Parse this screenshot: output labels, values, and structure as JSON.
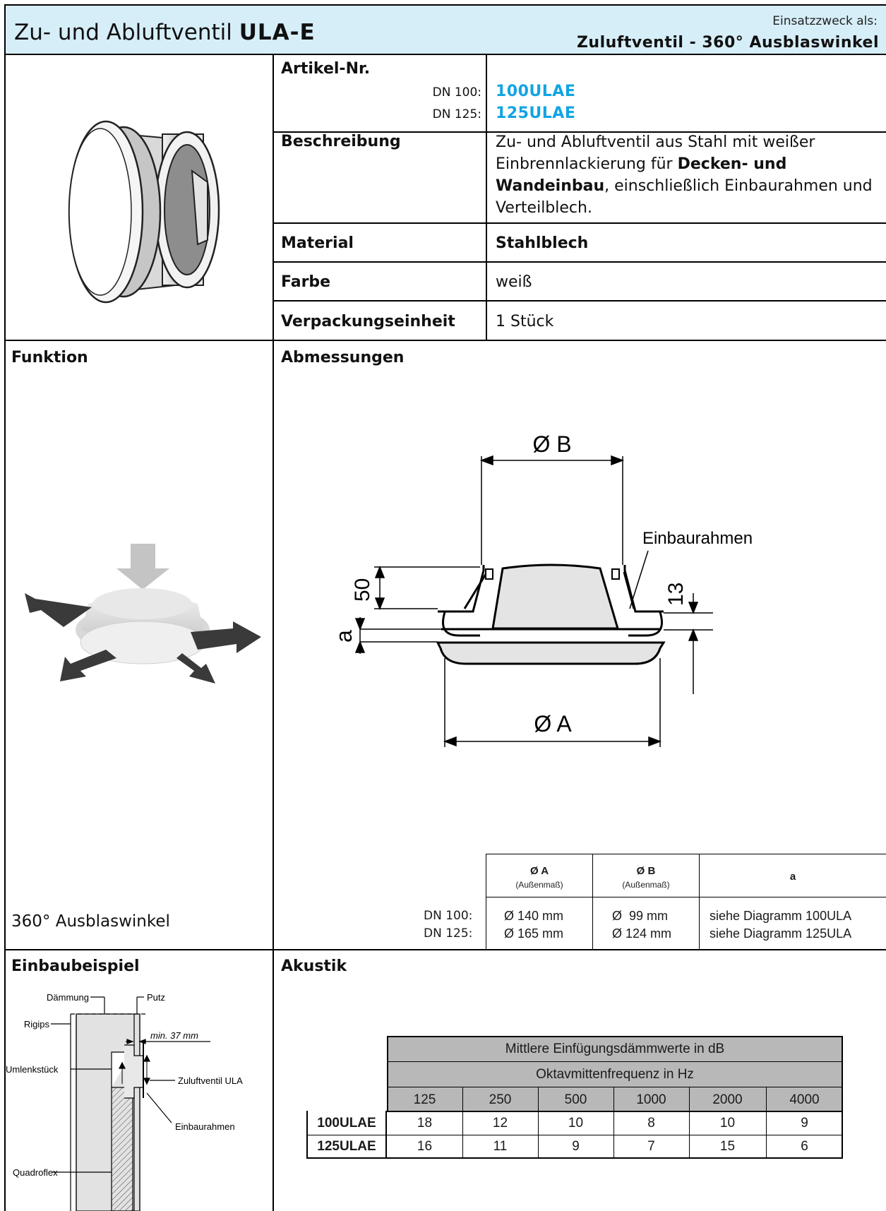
{
  "header": {
    "title_prefix": "Zu- und Abluftventil",
    "title_model": "ULA-E",
    "purpose_label": "Einsatzzweck als:",
    "purpose_value": "Zuluftventil - 360° Ausblaswinkel"
  },
  "spec": {
    "article_label": "Artikel-Nr.",
    "articles": [
      {
        "dn": "DN 100:",
        "code": "100ULAE"
      },
      {
        "dn": "DN 125:",
        "code": "125ULAE"
      }
    ],
    "description_label": "Beschreibung",
    "description_lines": [
      {
        "pre": "Zu- und Abluftventil aus Stahl mit weißer",
        "bold": "",
        "post": ""
      },
      {
        "pre": "Einbrennlackierung für ",
        "bold": "Decken- und",
        "post": ""
      },
      {
        "pre": "",
        "bold": "Wandeinbau",
        "post": ", einschließlich Einbaurahmen und"
      },
      {
        "pre": "Verteilblech.",
        "bold": "",
        "post": ""
      }
    ],
    "material_label": "Material",
    "material_value": "Stahlblech",
    "color_label": "Farbe",
    "color_value": "weiß",
    "packaging_label": "Verpackungseinheit",
    "packaging_value": "1 Stück"
  },
  "function": {
    "heading": "Funktion",
    "caption": "360° Ausblaswinkel"
  },
  "dimensions": {
    "heading": "Abmessungen",
    "drawing_labels": {
      "diameter_b": "Ø B",
      "diameter_a": "Ø A",
      "frame": "Einbaurahmen",
      "height_50": "50",
      "height_13": "13",
      "gap_a": "a"
    },
    "table": {
      "columns": [
        {
          "title": "Ø A",
          "sub": "(Außenmaß)"
        },
        {
          "title": "Ø B",
          "sub": "(Außenmaß)"
        },
        {
          "title": "a",
          "sub": ""
        }
      ],
      "rows": [
        {
          "dn": "DN 100:",
          "a": "Ø 140 mm",
          "b": "Ø  99 mm",
          "c": "siehe Diagramm 100ULA"
        },
        {
          "dn": "DN 125:",
          "a": "Ø 165 mm",
          "b": "Ø 124 mm",
          "c": "siehe Diagramm 125ULA"
        }
      ]
    }
  },
  "installation": {
    "heading": "Einbaubeispiel",
    "labels": {
      "daemmung": "Dämmung",
      "putz": "Putz",
      "rigips": "Rigips",
      "min": "min. 37 mm",
      "umlenk": "Umlenkstück",
      "valve": "Zuluftventil ULA",
      "frame": "Einbaurahmen",
      "quadro": "Quadroflex"
    }
  },
  "acoustics": {
    "heading": "Akustik",
    "title": "Mittlere Einfügungsdämmwerte in dB",
    "subtitle": "Oktavmittenfrequenz in Hz",
    "frequencies": [
      "125",
      "250",
      "500",
      "1000",
      "2000",
      "4000"
    ],
    "rows": [
      {
        "name": "100ULAE",
        "values": [
          "18",
          "12",
          "10",
          "8",
          "10",
          "9"
        ]
      },
      {
        "name": "125ULAE",
        "values": [
          "16",
          "11",
          "9",
          "7",
          "15",
          "6"
        ]
      }
    ]
  }
}
